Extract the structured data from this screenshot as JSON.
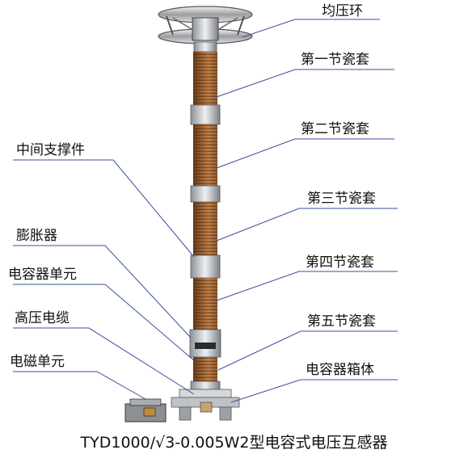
{
  "labels": {
    "grading_ring": "均压环",
    "porcelain_1": "第一节瓷套",
    "porcelain_2": "第二节瓷套",
    "porcelain_3": "第三节瓷套",
    "porcelain_4": "第四节瓷套",
    "porcelain_5": "第五节瓷套",
    "capacitor_box": "电容器箱体",
    "middle_support": "中间支撑件",
    "expander": "膨胀器",
    "capacitor_unit": "电容器单元",
    "hv_cable": "高压电缆",
    "em_unit": "电磁单元"
  },
  "caption": "TYD1000/√3-0.005W2型电容式电压互感器",
  "colors": {
    "insulator": "#8a5528",
    "insulator_light": "#b97a42",
    "metal_band": "#c9ccd0",
    "leader_line": "#3a4fa0"
  }
}
